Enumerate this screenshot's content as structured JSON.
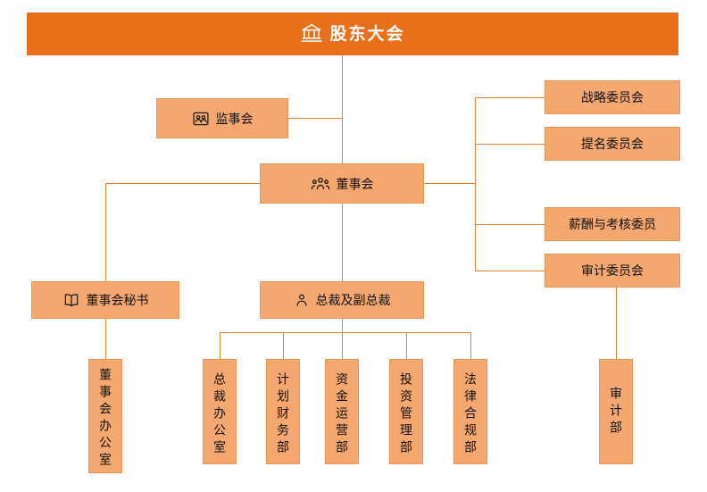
{
  "colors": {
    "banner_bg": "#E8701A",
    "banner_text": "#FFFFFF",
    "node_bg": "#F4A76E",
    "node_border": "#EB9655",
    "connector": "#E8813B",
    "node_text": "#111111"
  },
  "nodes": {
    "shareholders": {
      "label": "股东大会",
      "icon": "bank-icon"
    },
    "supervisory_board": {
      "label": "监事会",
      "icon": "team-frame-icon"
    },
    "board_of_directors": {
      "label": "董事会",
      "icon": "group-icon"
    },
    "strategy_committee": {
      "label": "战略委员会"
    },
    "nomination_committee": {
      "label": "提名委员会"
    },
    "remuneration_committee": {
      "label": "薪酬与考核委员"
    },
    "audit_committee": {
      "label": "审计委员会"
    },
    "board_secretary": {
      "label": "董事会秘书",
      "icon": "book-icon"
    },
    "president": {
      "label": "总裁及副总裁",
      "icon": "person-icon"
    },
    "board_office": {
      "label": "董事会办公室"
    },
    "president_office": {
      "label": "总裁办公室"
    },
    "planning_finance_dept": {
      "label": "计划财务部"
    },
    "capital_operation_dept": {
      "label": "资金运营部"
    },
    "investment_management_dept": {
      "label": "投资管理部"
    },
    "legal_compliance_dept": {
      "label": "法律合规部"
    },
    "audit_dept": {
      "label": "审计部"
    }
  }
}
